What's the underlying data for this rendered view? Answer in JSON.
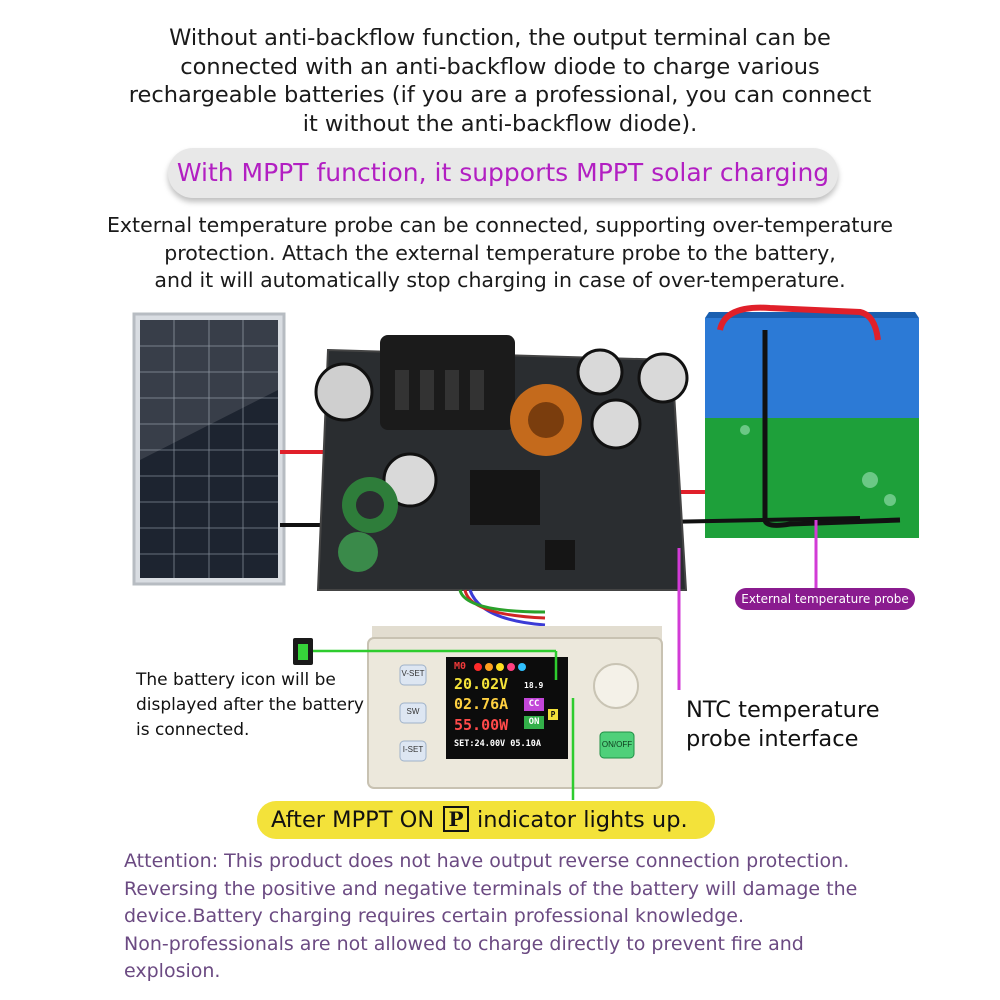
{
  "intro_lines": [
    "Without anti-backflow function, the output terminal can be",
    "connected with an anti-backflow diode to charge various",
    "rechargeable batteries (if you are a professional, you can connect",
    "it without the anti-backflow diode)."
  ],
  "mppt_banner": "With MPPT function, it supports MPPT solar charging",
  "probe_lines": [
    "External temperature probe can be connected, supporting over-temperature",
    "protection. Attach the external temperature probe to the battery,",
    "and it will automatically stop charging in case of over-temperature."
  ],
  "probe_tag": "External temperature probe",
  "battery_callout": [
    "The battery icon will be",
    "displayed after the battery",
    "is connected."
  ],
  "ntc_label": [
    "NTC temperature",
    "probe interface"
  ],
  "controller": {
    "buttons": {
      "vset": "V-SET",
      "sw": "SW",
      "iset": "I-SET",
      "onoff": "ON/OFF"
    },
    "screen": {
      "mode": "M0",
      "voltage": "20.02V",
      "current": "02.76A",
      "power": "55.00W",
      "temp": "18.9",
      "cc": "CC",
      "on": "ON",
      "mppt_indicator": "P",
      "setpoint": "SET:24.00V 05.10A"
    }
  },
  "mppt_banner_bottom": {
    "left": "After MPPT ON",
    "icon": "P",
    "right": "indicator lights up."
  },
  "attention_lines": [
    "Attention: This product does not have output reverse connection protection.",
    "Reversing the positive and negative terminals of the battery will damage the",
    "device.Battery charging requires certain professional knowledge.",
    "Non-professionals are not allowed to charge directly to prevent fire and",
    "explosion."
  ],
  "colors": {
    "accent": "#b21fc2",
    "highlight": "#f3e23a",
    "wire_green": "#2ecc2e",
    "wire_magenta": "#d23bd6"
  }
}
